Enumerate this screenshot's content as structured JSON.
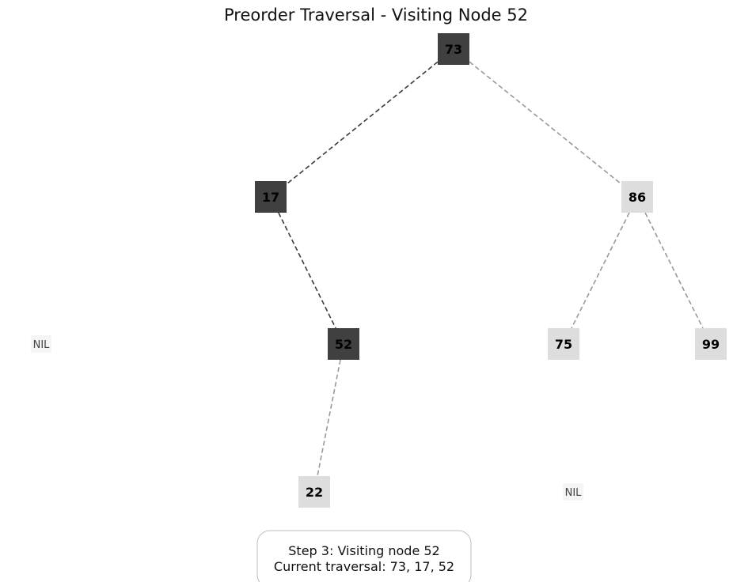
{
  "title": "Preorder Traversal - Visiting Node 52",
  "colors": {
    "visited_fill": "#404040",
    "unvisited_fill": "#dddddd",
    "visited_edge": "#3a3a3a",
    "unvisited_edge": "#999999",
    "nil_fill": "#f5f5f5",
    "nil_text": "#444444",
    "status_border": "#bbbbbb"
  },
  "nodes": [
    {
      "id": "n73",
      "label": "73",
      "state": "visited"
    },
    {
      "id": "n17",
      "label": "17",
      "state": "visited"
    },
    {
      "id": "n86",
      "label": "86",
      "state": "unvisited"
    },
    {
      "id": "n52",
      "label": "52",
      "state": "visited"
    },
    {
      "id": "n75",
      "label": "75",
      "state": "unvisited"
    },
    {
      "id": "n99",
      "label": "99",
      "state": "unvisited"
    },
    {
      "id": "n22",
      "label": "22",
      "state": "unvisited"
    }
  ],
  "edges": [
    {
      "from": "n73",
      "to": "n17",
      "state": "visited"
    },
    {
      "from": "n73",
      "to": "n86",
      "state": "unvisited"
    },
    {
      "from": "n17",
      "to": "n52",
      "state": "visited"
    },
    {
      "from": "n86",
      "to": "n75",
      "state": "unvisited"
    },
    {
      "from": "n86",
      "to": "n99",
      "state": "unvisited"
    },
    {
      "from": "n52",
      "to": "n22",
      "state": "unvisited"
    }
  ],
  "nil_markers": [
    {
      "id": "nil1",
      "label": "NIL"
    },
    {
      "id": "nil2",
      "label": "NIL"
    }
  ],
  "status": {
    "line1": "Step 3: Visiting node 52",
    "line2": "Current traversal: 73, 17, 52"
  }
}
